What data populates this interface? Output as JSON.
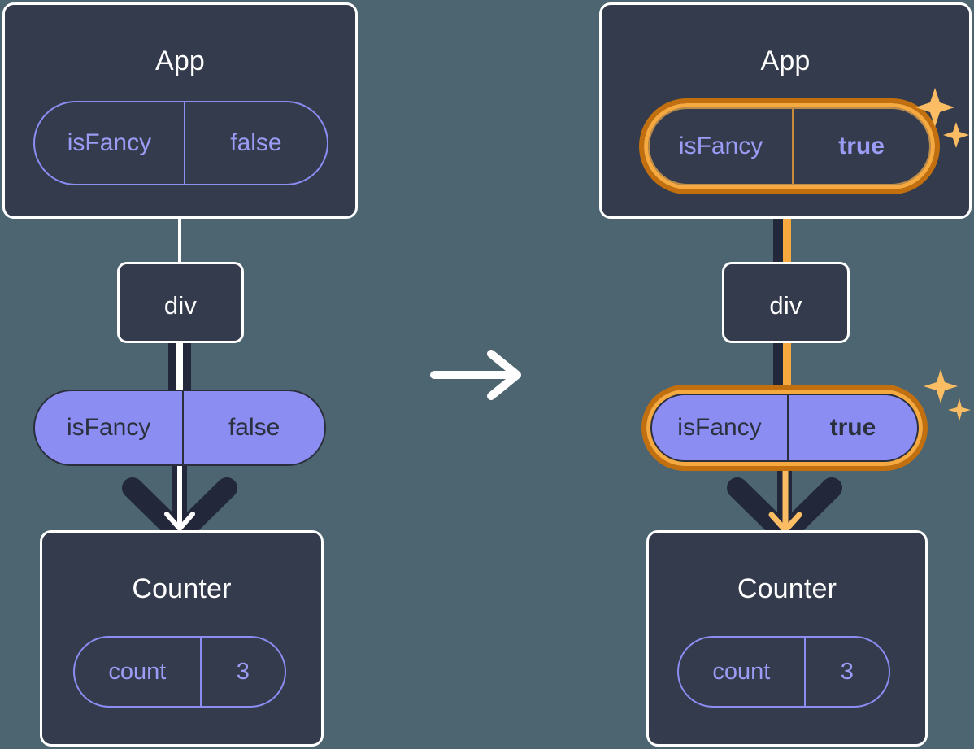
{
  "diagram": {
    "type": "react-state-propagation",
    "title": "",
    "background_color": "#4c6570",
    "transition_icon": "right-arrow-icon",
    "panels": [
      {
        "id": "before",
        "root": {
          "label": "App",
          "prop": {
            "key": "isFancy",
            "value": "false",
            "highlighted": false
          }
        },
        "middle": {
          "label": "div"
        },
        "passed_prop": {
          "key": "isFancy",
          "value": "false",
          "highlighted": false
        },
        "leaf": {
          "label": "Counter",
          "prop": {
            "key": "count",
            "value": "3",
            "highlighted": false
          }
        },
        "sparkles": false
      },
      {
        "id": "after",
        "root": {
          "label": "App",
          "prop": {
            "key": "isFancy",
            "value": "true",
            "highlighted": true
          }
        },
        "middle": {
          "label": "div"
        },
        "passed_prop": {
          "key": "isFancy",
          "value": "true",
          "highlighted": true
        },
        "leaf": {
          "label": "Counter",
          "prop": {
            "key": "count",
            "value": "3",
            "highlighted": false
          }
        },
        "sparkles": true
      }
    ],
    "colors": {
      "background": "#4c6570",
      "box_fill": "#343b4c",
      "box_border": "#ffffff",
      "prop_purple": "#8b8df2",
      "prop_purple_text": "#9a9cf5",
      "highlight_outer": "#c2700f",
      "highlight_inner": "#f6a93f",
      "sparkle": "#fbbd63",
      "connector_dark": "#22283a",
      "connector_light": "#ffffff"
    }
  }
}
